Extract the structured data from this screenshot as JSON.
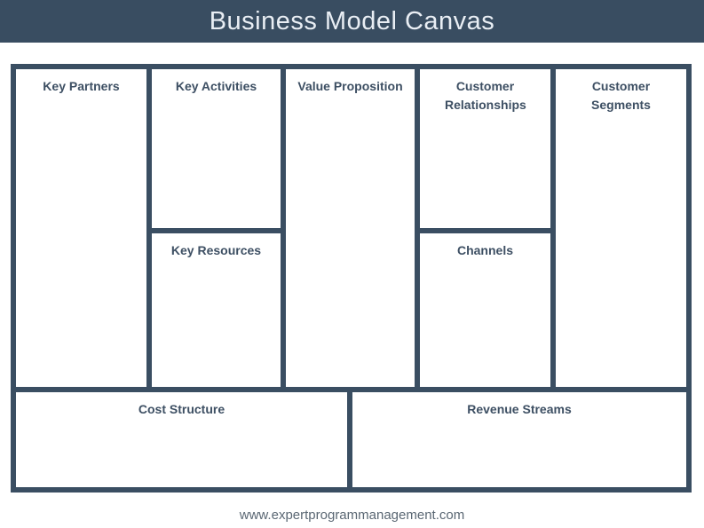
{
  "header": {
    "title": "Business Model Canvas"
  },
  "canvas": {
    "blocks": {
      "key_partners": "Key Partners",
      "key_activities": "Key Activities",
      "key_resources": "Key Resources",
      "value_proposition": "Value Proposition",
      "customer_relationships": "Customer Relationships",
      "channels": "Channels",
      "customer_segments": "Customer Segments",
      "cost_structure": "Cost Structure",
      "revenue_streams": "Revenue Streams"
    }
  },
  "footer": {
    "url": "www.expertprogrammanagement.com"
  },
  "colors": {
    "header_bg": "#394d61",
    "border": "#3a4e62",
    "label_text": "#3d4f63",
    "title_text": "#e9eef4",
    "footer_text": "#5a6773",
    "panel_bg": "#ffffff",
    "page_bg": "#ffffff"
  }
}
